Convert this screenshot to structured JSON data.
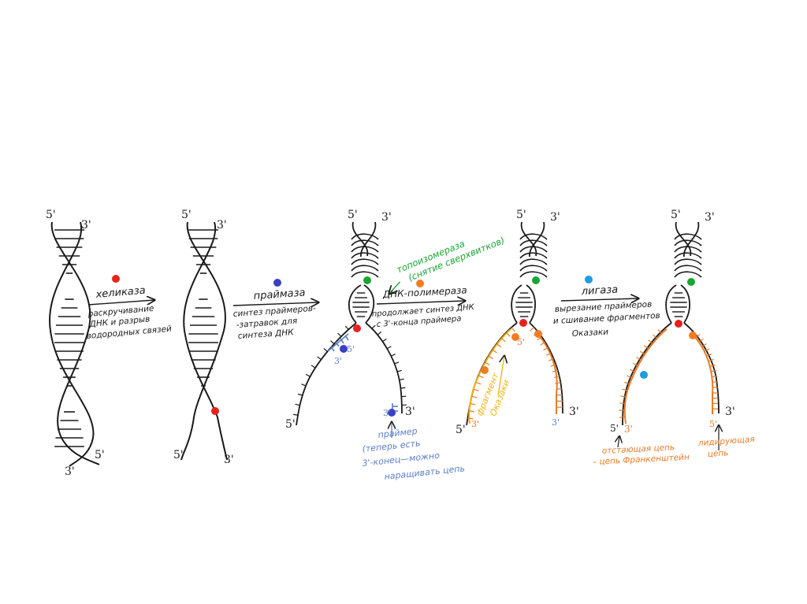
{
  "colors": {
    "ink": "#1a1a1a",
    "helicase": "#e8221b",
    "primase": "#3a3fc4",
    "topoisomerase": "#19a532",
    "polymerase": "#f07c22",
    "ligase": "#1f9be0",
    "primer": "#5b7ec9",
    "okazaki": "#f2b20f",
    "new_strand": "#ea7a25"
  },
  "ends": {
    "five": "5'",
    "three": "3'"
  },
  "steps": {
    "helicase": {
      "title": "хеликаза",
      "lines": [
        "раскручивание",
        "ДНК и разрыв",
        "водородных связей"
      ]
    },
    "primase": {
      "title": "праймаза",
      "lines": [
        "синтез праймеров-",
        "-затравок для",
        "синтеза ДНК"
      ]
    },
    "topoisomerase": {
      "lines": [
        "топоизомераза",
        "(снятие сверхвитков)"
      ]
    },
    "polymerase": {
      "title": "ДНК-полимераза",
      "lines": [
        "продолжает синтез ДНК",
        "с 3'-конца праймера"
      ]
    },
    "ligase": {
      "title": "лигаза",
      "lines": [
        "вырезание праймеров",
        "и сшивание фрагментов",
        "Оказаки"
      ]
    }
  },
  "notes": {
    "primer": [
      "праймер",
      "(теперь есть",
      "3'-конец—можно",
      "наращивать цепь"
    ],
    "okazaki": [
      "фрагмент",
      "Оказаки"
    ],
    "lagging": [
      "отстающая цепь",
      "– цепь Франкенштейн"
    ],
    "leading": [
      "лидирующая",
      "цепь"
    ]
  }
}
